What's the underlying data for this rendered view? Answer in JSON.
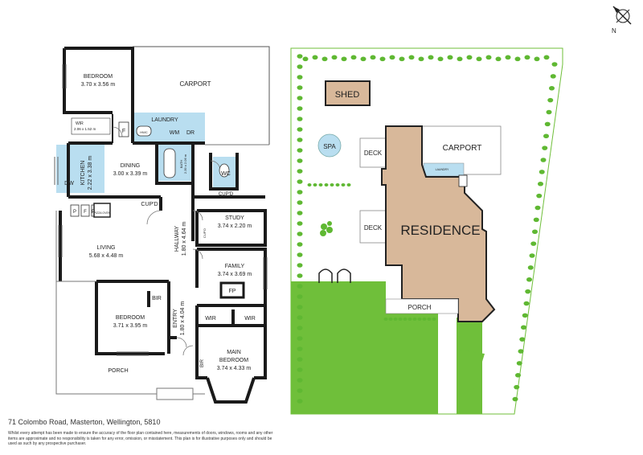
{
  "floor_plan": {
    "bedroom1": {
      "name": "BEDROOM",
      "size": "3.70 x 3.56 m"
    },
    "carport": {
      "name": "CARPORT"
    },
    "laundry": {
      "name": "LAUNDRY",
      "wm": "WM",
      "dr": "DR",
      "hwc": "HWC"
    },
    "wir_small": {
      "name": "WIR",
      "size": "2.06 x 1.52 m"
    },
    "fridge": "F",
    "kitchen": {
      "name": "KITCHEN",
      "size": "2.22 x 3.38 m",
      "dw": "DW",
      "pantry": "P",
      "fridge": "F",
      "oven": "PIZZA OVEN"
    },
    "dining": {
      "name": "DINING",
      "size": "3.00 x 3.39 m"
    },
    "bath": {
      "name": "BATH",
      "size": "2.39 x 2.06 m"
    },
    "wc": "WC",
    "cupd": "CUP'D",
    "hallway": {
      "name": "HALLWAY",
      "size": "1.80 x 4.64 m"
    },
    "study": {
      "name": "STUDY",
      "size": "3.74 x 2.20 m"
    },
    "living": {
      "name": "LIVING",
      "size": "5.68 x 4.48 m"
    },
    "family": {
      "name": "FAMILY",
      "size": "3.74 x 3.69 m"
    },
    "fp": "FP",
    "bir": "BIR",
    "bedroom2": {
      "name": "BEDROOM",
      "size": "3.71 x 3.95 m"
    },
    "entry": {
      "name": "ENTRY",
      "size": "1.80 x 4.04 m"
    },
    "wir": "WIR",
    "main_bedroom": {
      "name": "MAIN BEDROOM",
      "line1": "MAIN",
      "line2": "BEDROOM",
      "size": "3.74 x 4.33 m"
    },
    "porch": "PORCH"
  },
  "site_plan": {
    "shed": "SHED",
    "spa": "SPA",
    "deck": "DECK",
    "carport": "CARPORT",
    "residence": "RESIDENCE",
    "porch": "PORCH",
    "laundry": "LAUNDRY"
  },
  "compass": {
    "label": "N"
  },
  "address": "71 Colombo Road, Masterton, Wellington, 5810",
  "disclaimer": "Whilst every attempt has been made to ensure the accuracy of the floor plan contained here, measurements of doors, windows, rooms and any other items are approximate and no responsibility is taken for any error, omission, or misstatement. This plan is for illustrative purposes only and should be used as such by any prospective purchaser.",
  "colors": {
    "wall": "#1a1a1a",
    "wet_area": "#b9def0",
    "lawn": "#6fbf3a",
    "tree": "#5fb832",
    "residence": "#d8b89a",
    "shed": "#d8b89a"
  }
}
